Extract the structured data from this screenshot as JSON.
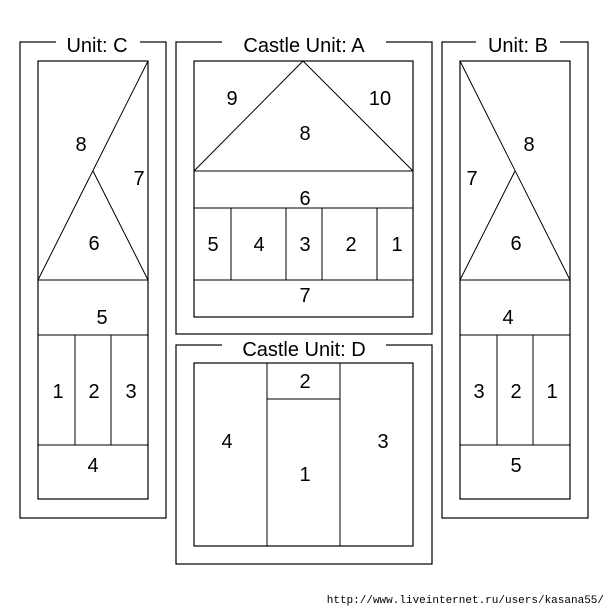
{
  "units": {
    "c": {
      "title": "Unit: C",
      "pieces": {
        "p1": "1",
        "p2": "2",
        "p3": "3",
        "p4": "4",
        "p5": "5",
        "p6": "6",
        "p7": "7",
        "p8": "8"
      }
    },
    "a": {
      "title": "Castle  Unit: A",
      "pieces": {
        "p1": "1",
        "p2": "2",
        "p3": "3",
        "p4": "4",
        "p5": "5",
        "p6": "6",
        "p7": "7",
        "p8": "8",
        "p9": "9",
        "p10": "10"
      }
    },
    "b": {
      "title": "Unit: B",
      "pieces": {
        "p1": "1",
        "p2": "2",
        "p3": "3",
        "p4": "4",
        "p5": "5",
        "p6": "6",
        "p7": "7",
        "p8": "8"
      }
    },
    "d": {
      "title": "Castle  Unit: D",
      "pieces": {
        "p1": "1",
        "p2": "2",
        "p3": "3",
        "p4": "4"
      }
    }
  },
  "watermark": "http://www.liveinternet.ru/users/kasana55/"
}
